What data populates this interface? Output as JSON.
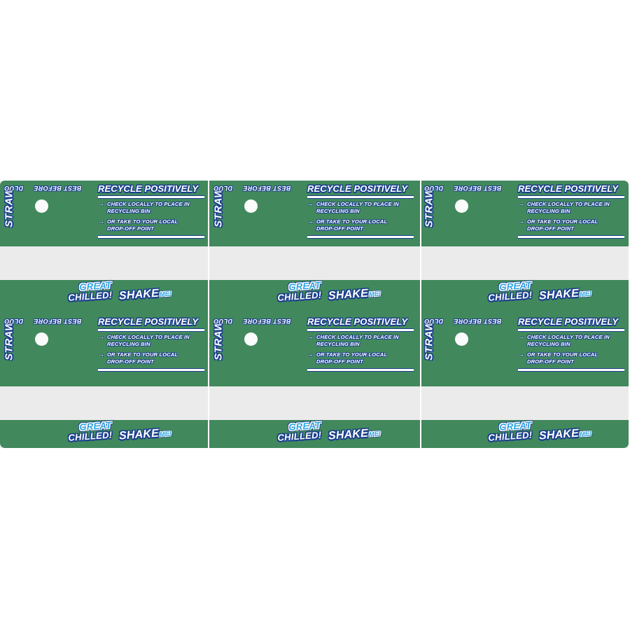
{
  "artwork": {
    "title": "Recycling & shake-me carton panel artwork sheet",
    "background_color": "#ffffff",
    "panel_green": "#41895c",
    "accent_blue": "#29a3e6",
    "outline_blue": "#1c3f8f",
    "gap_color": "#ebebeb",
    "columns": 3,
    "panel_rows": 3
  },
  "panel": {
    "straw_label": "STRAW",
    "dluo_label": "DLUO",
    "best_before_label": "BEST BEFORE",
    "date_dot": "",
    "recycle": {
      "title": "RECYCLE POSITIVELY",
      "bullets": [
        {
          "arrow": "→",
          "line1": "CHECK LOCALLY TO PLACE IN",
          "line2": "RECYCLING BIN"
        },
        {
          "arrow": "→",
          "line1": "OR TAKE TO YOUR LOCAL",
          "line2": "DROP-OFF POINT"
        }
      ]
    },
    "shake": {
      "great": "GREAT",
      "chilled": "CHILLED!",
      "shake": "SHAKE",
      "me": "ME!"
    }
  }
}
